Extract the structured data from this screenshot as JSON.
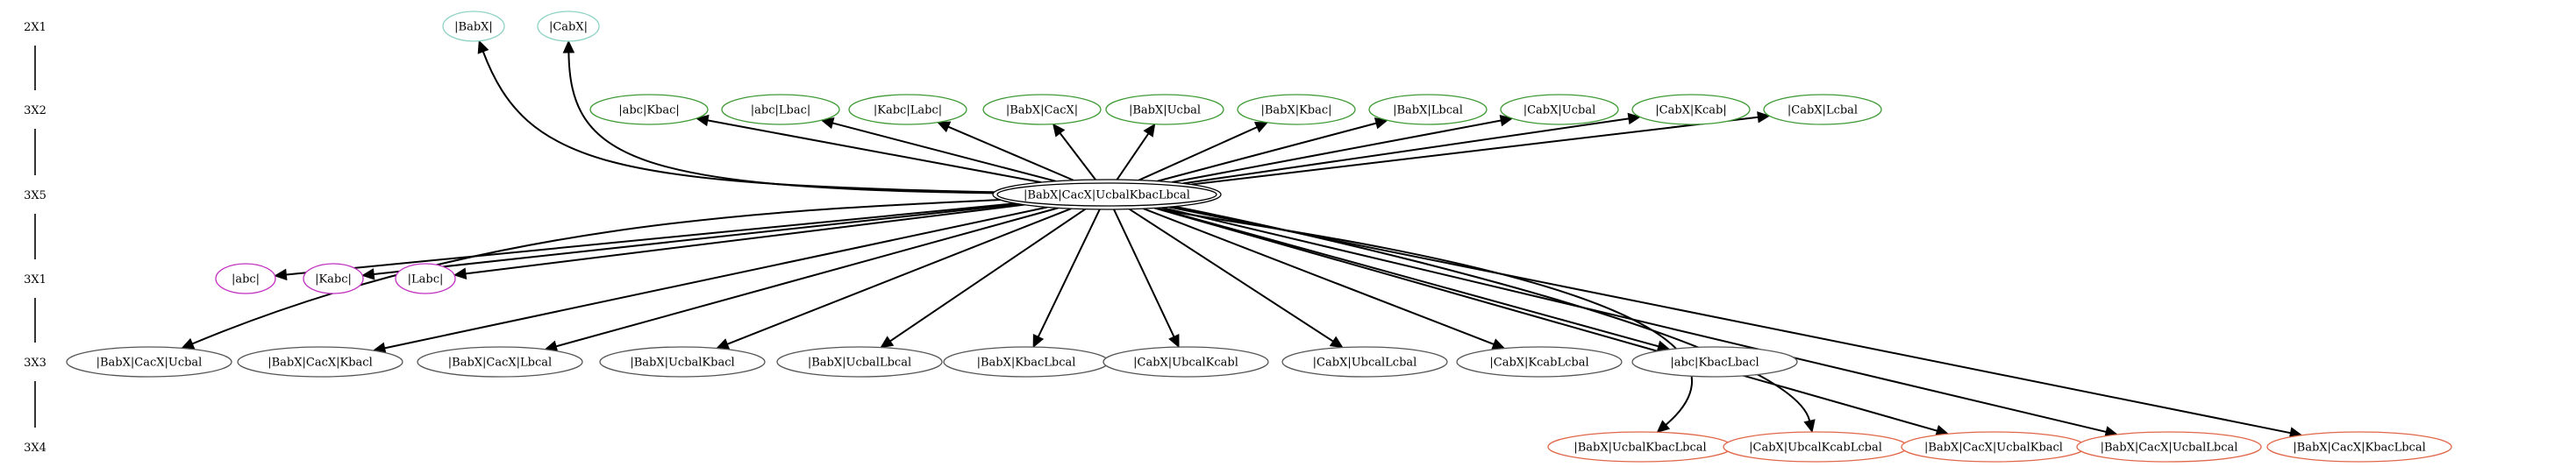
{
  "diagram": {
    "ranks": [
      "2X1",
      "3X2",
      "3X5",
      "3X1",
      "3X3",
      "3X4"
    ],
    "colors": {
      "2X1": "#8fd2c4",
      "3X2": "#3f9a35",
      "3X5": "#000000",
      "3X1": "#c030c0",
      "3X3": "#555555",
      "3X4": "#e0684a"
    },
    "nodes": [
      {
        "id": "n1",
        "rank": "2X1",
        "label": "|BabX|"
      },
      {
        "id": "n2",
        "rank": "2X1",
        "label": "|CabX|"
      },
      {
        "id": "n3",
        "rank": "3X2",
        "label": "|abc|Kbac|"
      },
      {
        "id": "n4",
        "rank": "3X2",
        "label": "|abc|Lbac|"
      },
      {
        "id": "n5",
        "rank": "3X2",
        "label": "|Kabc|Labc|"
      },
      {
        "id": "n6",
        "rank": "3X2",
        "label": "|BabX|CacX|"
      },
      {
        "id": "n7",
        "rank": "3X2",
        "label": "|BabX|Ucbal"
      },
      {
        "id": "n8",
        "rank": "3X2",
        "label": "|BabX|Kbac|"
      },
      {
        "id": "n9",
        "rank": "3X2",
        "label": "|BabX|Lbcal"
      },
      {
        "id": "n10",
        "rank": "3X2",
        "label": "|CabX|Ucbal"
      },
      {
        "id": "n11",
        "rank": "3X2",
        "label": "|CabX|Kcab|"
      },
      {
        "id": "n12",
        "rank": "3X2",
        "label": "|CabX|Lcbal"
      },
      {
        "id": "n13",
        "rank": "3X5",
        "label": "|BabX|CacX|UcbalKbacLbcal"
      },
      {
        "id": "n14",
        "rank": "3X1",
        "label": "|abc|"
      },
      {
        "id": "n15",
        "rank": "3X1",
        "label": "|Kabc|"
      },
      {
        "id": "n16",
        "rank": "3X1",
        "label": "|Labc|"
      },
      {
        "id": "n17",
        "rank": "3X3",
        "label": "|BabX|CacX|Ucbal"
      },
      {
        "id": "n18",
        "rank": "3X3",
        "label": "|BabX|CacX|Kbacl"
      },
      {
        "id": "n19",
        "rank": "3X3",
        "label": "|BabX|CacX|Lbcal"
      },
      {
        "id": "n20",
        "rank": "3X3",
        "label": "|BabX|UcbalKbacl"
      },
      {
        "id": "n21",
        "rank": "3X3",
        "label": "|BabX|UcbalLbcal"
      },
      {
        "id": "n22",
        "rank": "3X3",
        "label": "|BabX|KbacLbcal"
      },
      {
        "id": "n23",
        "rank": "3X3",
        "label": "|CabX|UbcalKcabl"
      },
      {
        "id": "n24",
        "rank": "3X3",
        "label": "|CabX|UbcalLcbal"
      },
      {
        "id": "n25",
        "rank": "3X3",
        "label": "|CabX|KcabLcbal"
      },
      {
        "id": "n26",
        "rank": "3X3",
        "label": "|abc|KbacLbacl"
      },
      {
        "id": "n27",
        "rank": "3X4",
        "label": "|BabX|UcbalKbacLbcal"
      },
      {
        "id": "n28",
        "rank": "3X4",
        "label": "|CabX|UbcalKcabLcbal"
      },
      {
        "id": "n29",
        "rank": "3X4",
        "label": "|BabX|CacX|UcbalKbacl"
      },
      {
        "id": "n30",
        "rank": "3X4",
        "label": "|BabX|CacX|UcbalLbcal"
      },
      {
        "id": "n31",
        "rank": "3X4",
        "label": "|BabX|CacX|KbacLbcal"
      }
    ],
    "edges": [
      {
        "from": "n13",
        "to": "n1"
      },
      {
        "from": "n13",
        "to": "n2"
      },
      {
        "from": "n13",
        "to": "n3"
      },
      {
        "from": "n13",
        "to": "n4"
      },
      {
        "from": "n13",
        "to": "n5"
      },
      {
        "from": "n13",
        "to": "n6"
      },
      {
        "from": "n13",
        "to": "n7"
      },
      {
        "from": "n13",
        "to": "n8"
      },
      {
        "from": "n13",
        "to": "n9"
      },
      {
        "from": "n13",
        "to": "n10"
      },
      {
        "from": "n13",
        "to": "n11"
      },
      {
        "from": "n13",
        "to": "n12"
      },
      {
        "from": "n13",
        "to": "n14"
      },
      {
        "from": "n13",
        "to": "n15"
      },
      {
        "from": "n13",
        "to": "n16"
      },
      {
        "from": "n13",
        "to": "n17"
      },
      {
        "from": "n13",
        "to": "n18"
      },
      {
        "from": "n13",
        "to": "n19"
      },
      {
        "from": "n13",
        "to": "n20"
      },
      {
        "from": "n13",
        "to": "n21"
      },
      {
        "from": "n13",
        "to": "n22"
      },
      {
        "from": "n13",
        "to": "n23"
      },
      {
        "from": "n13",
        "to": "n24"
      },
      {
        "from": "n13",
        "to": "n25"
      },
      {
        "from": "n13",
        "to": "n26"
      },
      {
        "from": "n13",
        "to": "n27"
      },
      {
        "from": "n13",
        "to": "n28"
      },
      {
        "from": "n13",
        "to": "n29"
      },
      {
        "from": "n13",
        "to": "n30"
      },
      {
        "from": "n13",
        "to": "n31"
      }
    ]
  }
}
